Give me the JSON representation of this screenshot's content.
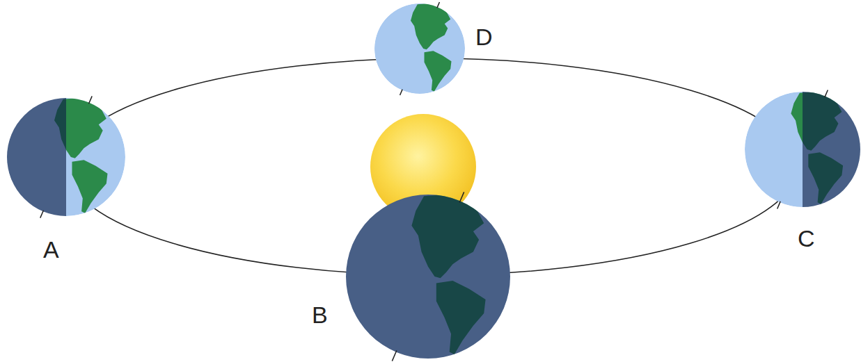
{
  "diagram": {
    "labels": [
      "D",
      "A",
      "C",
      "B"
    ]
  }
}
